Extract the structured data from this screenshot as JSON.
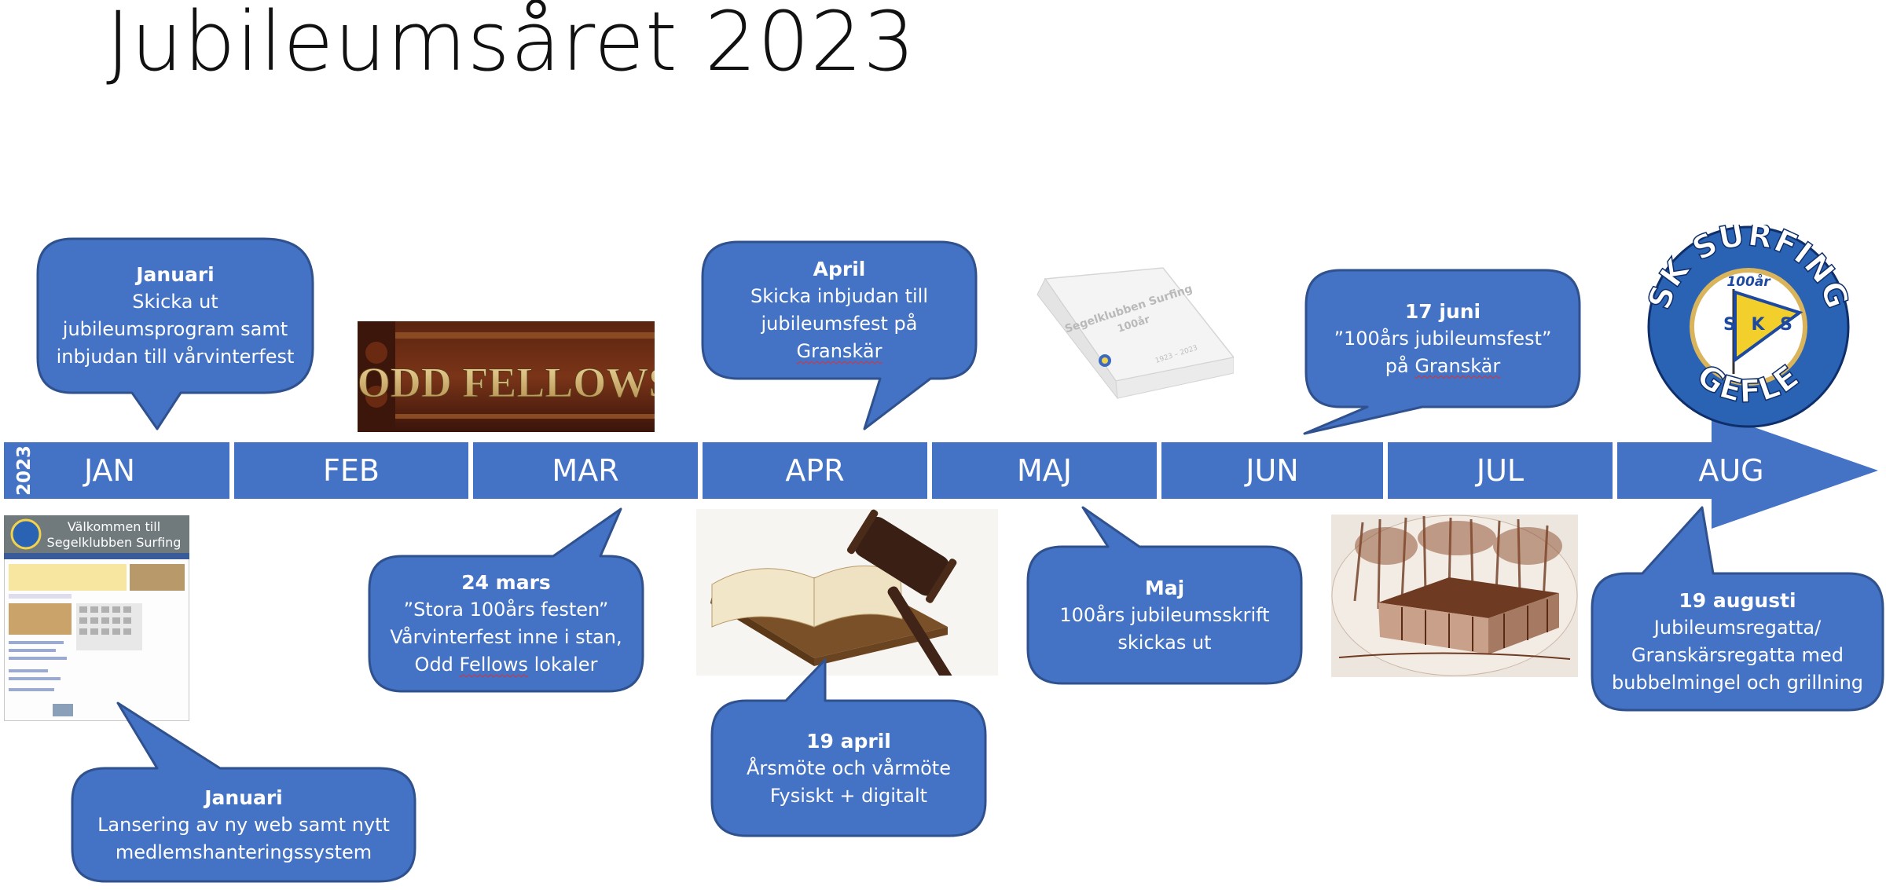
{
  "page_title": "Jubileumsåret 2023",
  "year_label": "2023",
  "months": [
    "JAN",
    "FEB",
    "MAR",
    "APR",
    "MAJ",
    "JUN",
    "JUL",
    "AUG"
  ],
  "events": {
    "jan_invite": {
      "title": "Januari",
      "lines": [
        "Skicka ut",
        "jubileumsprogram samt",
        "inbjudan till vårvinterfest"
      ]
    },
    "jan_web": {
      "title": "Januari",
      "lines": [
        "Lansering av ny web samt nytt",
        "medlemshanteringssystem"
      ]
    },
    "mar_party": {
      "title": "24 mars",
      "lines": [
        "”Stora 100års festen”",
        "Vårvinterfest inne i stan,",
        "Odd ",
        "Fellows",
        " lokaler"
      ]
    },
    "apr_invite": {
      "title": "April",
      "lines": [
        "Skicka inbjudan till",
        "jubileumsfest på",
        "Granskär"
      ]
    },
    "apr_meeting": {
      "title": "19 april",
      "lines": [
        "Årsmöte och vårmöte",
        "Fysiskt + digitalt"
      ]
    },
    "maj_book": {
      "title": "Maj",
      "lines": [
        "100års jubileumsskrift",
        "skickas ut"
      ]
    },
    "jun_party": {
      "title": "17 juni",
      "lines": [
        "”100års jubileumsfest”",
        "på ",
        "Granskär"
      ]
    },
    "aug_regatta": {
      "title": "19 augusti",
      "lines": [
        "Jubileumsregatta/",
        "Granskärsregatta med",
        "bubbelmingel och grillning"
      ]
    }
  },
  "images": {
    "odd_fellows_sign": "ODD FELLOWS",
    "book_title": "Segelklubben Surfing",
    "book_subtitle": "100år",
    "book_years": "1923 – 2023",
    "website_heading_1": "Välkommen till",
    "website_heading_2": "Segelklubben Surfing",
    "logo_top": "SK SURFING",
    "logo_bottom": "GEFLE",
    "logo_badge": "100år",
    "logo_flag_letters": "S K S"
  },
  "colors": {
    "accent": "#4472c4",
    "border": "#2f528f",
    "text_on_accent": "#ffffff"
  }
}
